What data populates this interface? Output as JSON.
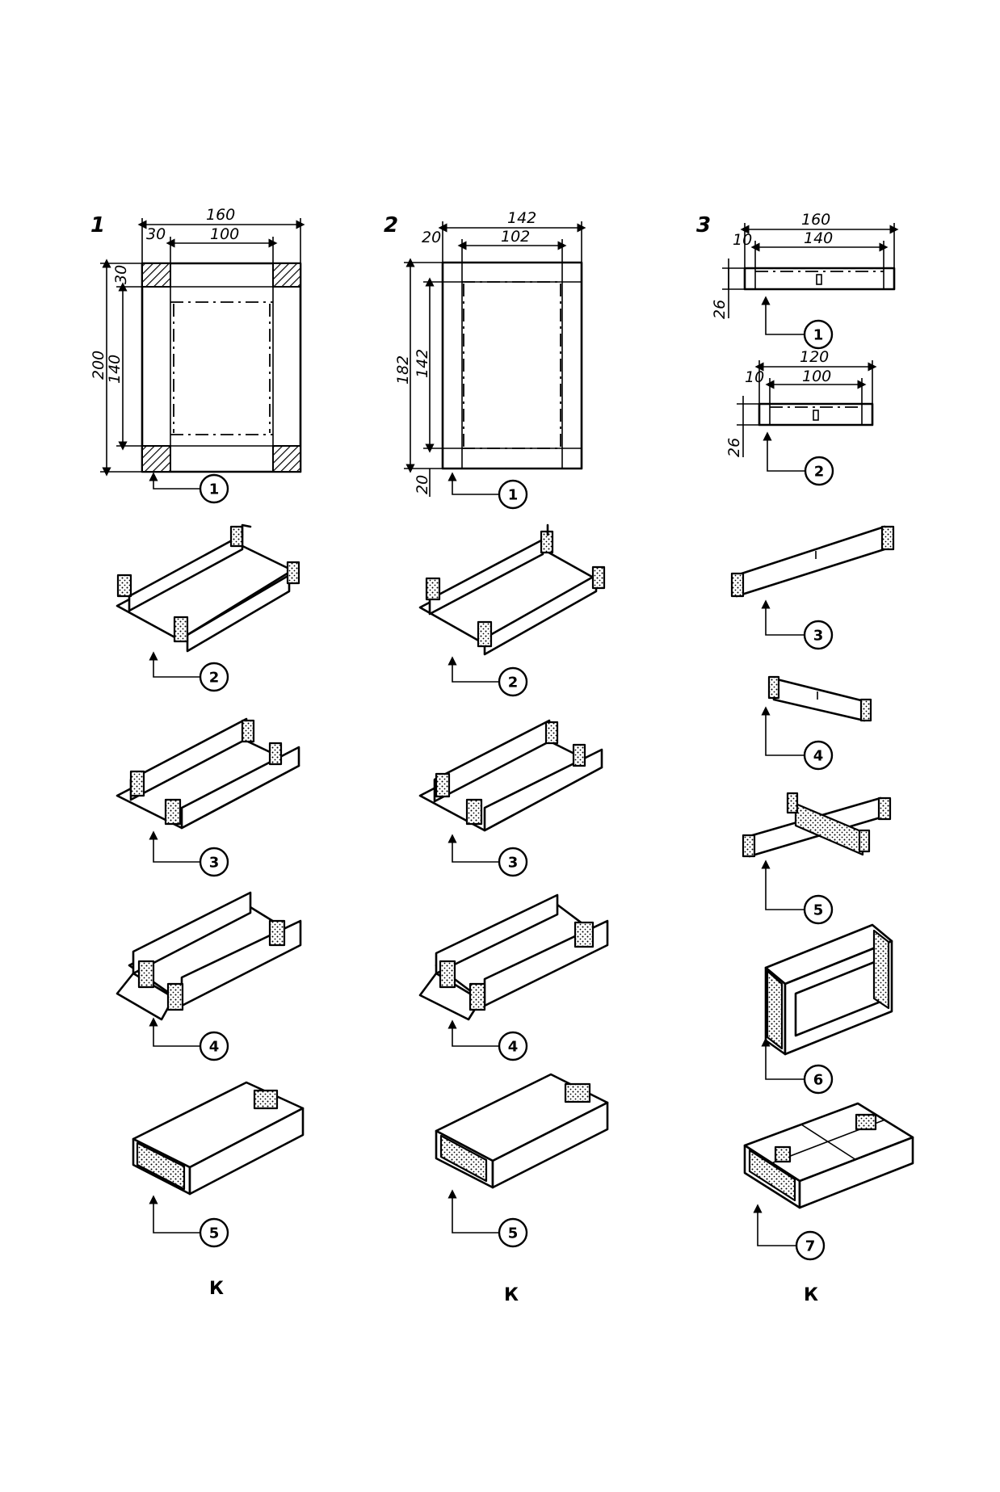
{
  "columns": [
    {
      "label": "1",
      "caption": "К",
      "dims": {
        "width_outer": "160",
        "flap": "30",
        "width_inner": "100",
        "height_outer": "200",
        "height_inner": "140",
        "top_flap": "30"
      },
      "steps": [
        "1",
        "2",
        "3",
        "4",
        "5"
      ]
    },
    {
      "label": "2",
      "caption": "К",
      "dims": {
        "width_outer": "142",
        "flap": "20",
        "width_inner": "102",
        "height_outer": "182",
        "height_inner": "142",
        "bottom_flap": "20"
      },
      "steps": [
        "1",
        "2",
        "3",
        "4",
        "5"
      ]
    },
    {
      "label": "3",
      "caption": "К",
      "strip_a": {
        "length": "160",
        "flap": "10",
        "inner": "140",
        "height": "26"
      },
      "strip_b": {
        "length": "120",
        "flap": "10",
        "inner": "100",
        "height": "26"
      },
      "steps": [
        "1",
        "2",
        "3",
        "4",
        "5",
        "6",
        "7"
      ]
    }
  ]
}
